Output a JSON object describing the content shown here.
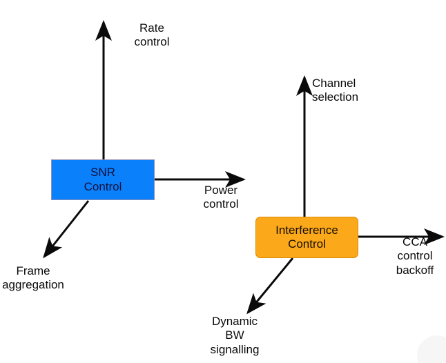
{
  "diagram": {
    "title": "Wireless control mechanisms diagram",
    "background_color": "#ffffff",
    "arrow_color": "#0a0a0a",
    "nodes": [
      {
        "id": "snr-control",
        "label": "SNR\nControl",
        "fill_color": "#0b80fb",
        "border_color": "#8e8fb4",
        "text_color": "#10103a",
        "shape": "rectangle"
      },
      {
        "id": "interference-control",
        "label": "Interference\nControl",
        "fill_color": "#fba81a",
        "border_color": "#d98a06",
        "text_color": "#140d02",
        "shape": "rounded-rectangle"
      }
    ],
    "edge_labels": [
      {
        "id": "rate-control",
        "text": "Rate\ncontrol",
        "from": "snr-control",
        "direction": "up"
      },
      {
        "id": "frame-aggregation",
        "text": "Frame\naggregation",
        "from": "snr-control",
        "direction": "down-left"
      },
      {
        "id": "power-control",
        "text": "Power\ncontrol",
        "from": "snr-control",
        "direction": "right"
      },
      {
        "id": "channel-selection",
        "text": "Channel\nselection",
        "from": "interference-control",
        "direction": "up"
      },
      {
        "id": "dynamic-bw-signalling",
        "text": "Dynamic\nBW\nsignalling",
        "from": "interference-control",
        "direction": "down-left"
      },
      {
        "id": "cca-control-backoff",
        "text": "CCA\ncontrol\nbackoff",
        "from": "interference-control",
        "direction": "right"
      }
    ]
  }
}
